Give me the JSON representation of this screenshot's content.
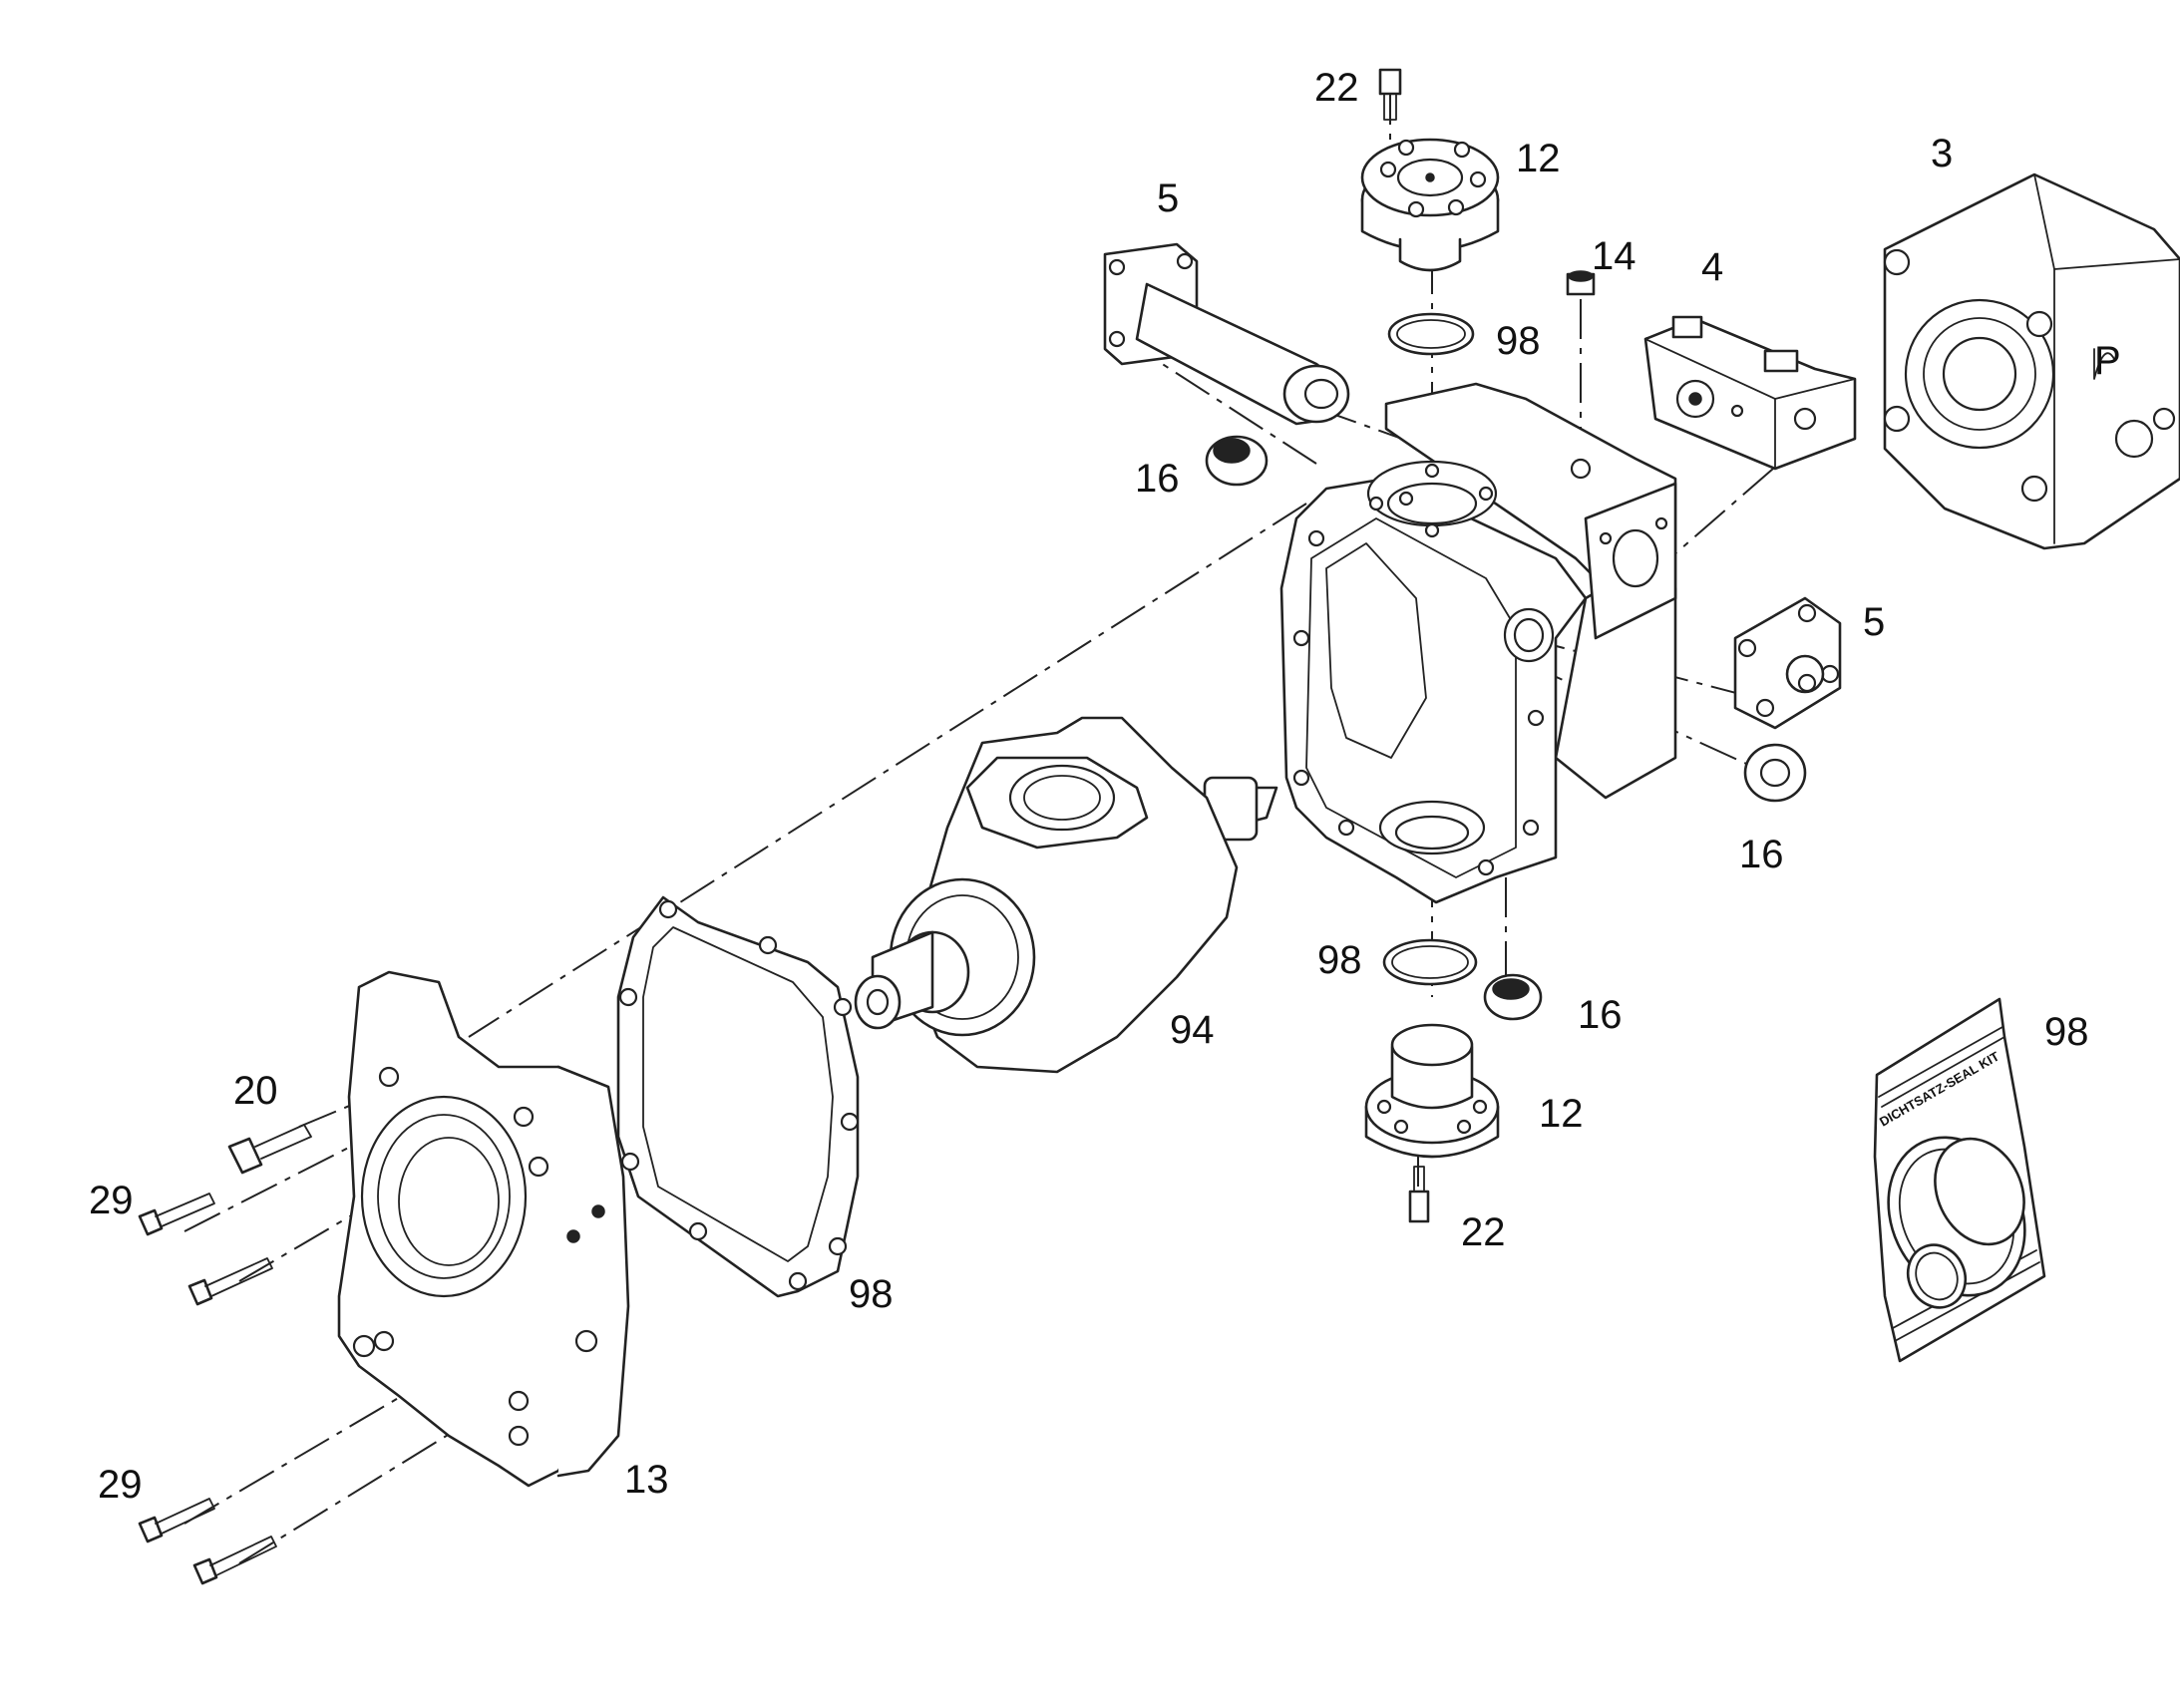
{
  "callouts": [
    {
      "id": "c22-top",
      "text": "22"
    },
    {
      "id": "c12-top",
      "text": "12"
    },
    {
      "id": "c3",
      "text": "3"
    },
    {
      "id": "c5-top",
      "text": "5"
    },
    {
      "id": "c14",
      "text": "14"
    },
    {
      "id": "c4",
      "text": "4"
    },
    {
      "id": "c98-top",
      "text": "98"
    },
    {
      "id": "c16-left",
      "text": "16"
    },
    {
      "id": "c5-right",
      "text": "5"
    },
    {
      "id": "c16-right",
      "text": "16"
    },
    {
      "id": "c98-mid",
      "text": "98"
    },
    {
      "id": "c16-bottom",
      "text": "16"
    },
    {
      "id": "c94",
      "text": "94"
    },
    {
      "id": "c12-bottom",
      "text": "12"
    },
    {
      "id": "c98-kit",
      "text": "98"
    },
    {
      "id": "c20",
      "text": "20"
    },
    {
      "id": "c29-top",
      "text": "29"
    },
    {
      "id": "c22-bottom",
      "text": "22"
    },
    {
      "id": "c98-gasket",
      "text": "98"
    },
    {
      "id": "c29-bottom",
      "text": "29"
    },
    {
      "id": "c13",
      "text": "13"
    }
  ],
  "seal_kit_label": "DICHTSATZ-SEAL KIT",
  "housing_marking": "P"
}
